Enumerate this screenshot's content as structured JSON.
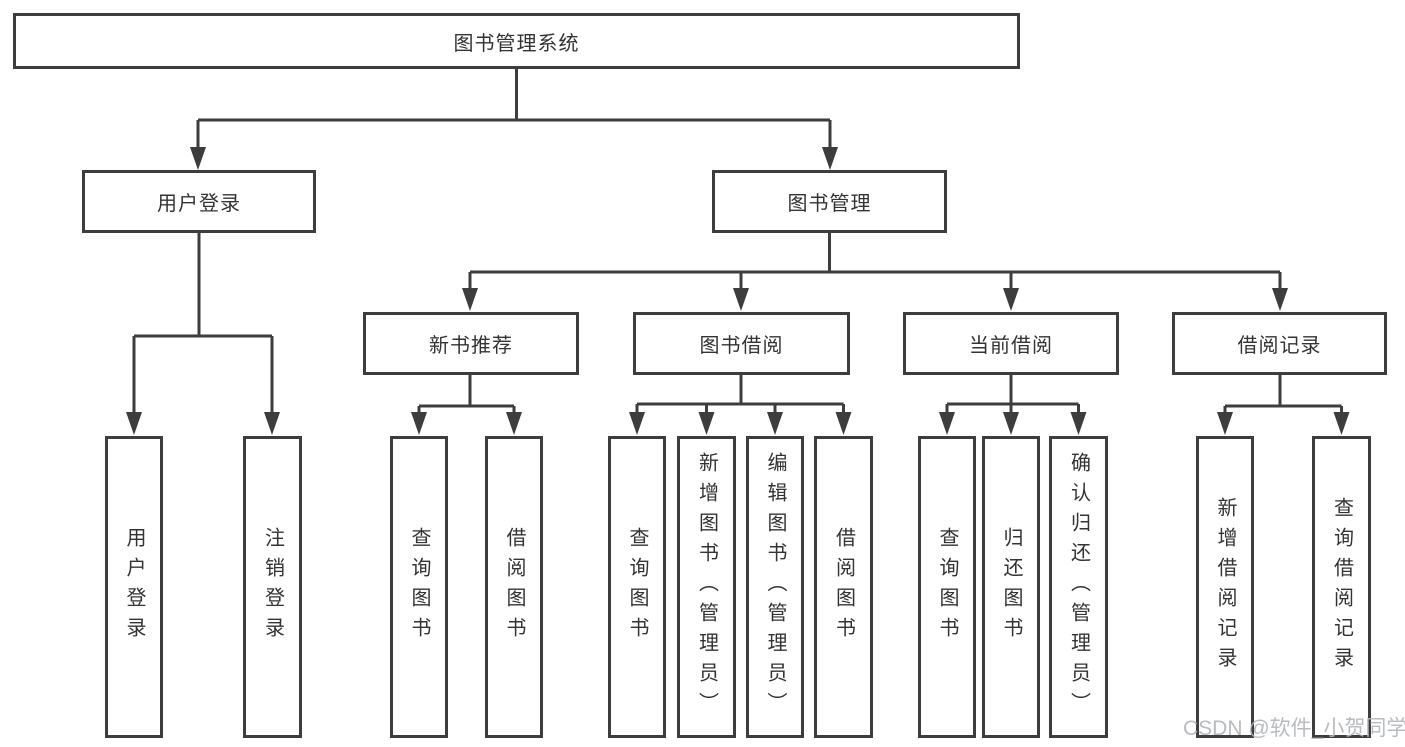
{
  "colors": {
    "line": "#3d3d3d",
    "box_border": "#3d3d3d",
    "box_background": "#ffffff",
    "text": "#333333",
    "watermark_text": "#b2b5ba",
    "page_background": "#ffffff"
  },
  "watermark": {
    "text": "CSDN @软件_小贺同学"
  },
  "tree": {
    "label": "图书管理系统",
    "children": [
      {
        "label": "用户登录",
        "children": [
          {
            "label": "用户登录"
          },
          {
            "label": "注销登录"
          }
        ]
      },
      {
        "label": "图书管理",
        "children": [
          {
            "label": "新书推荐",
            "children": [
              {
                "label": "查询图书"
              },
              {
                "label": "借阅图书"
              }
            ]
          },
          {
            "label": "图书借阅",
            "children": [
              {
                "label": "查询图书"
              },
              {
                "label": "新增图书（管理员）"
              },
              {
                "label": "编辑图书（管理员）"
              },
              {
                "label": "借阅图书"
              }
            ]
          },
          {
            "label": "当前借阅",
            "children": [
              {
                "label": "查询图书"
              },
              {
                "label": "归还图书"
              },
              {
                "label": "确认归还（管理员）"
              }
            ]
          },
          {
            "label": "借阅记录",
            "children": [
              {
                "label": "新增借阅记录"
              },
              {
                "label": "查询借阅记录"
              }
            ]
          }
        ]
      }
    ]
  }
}
